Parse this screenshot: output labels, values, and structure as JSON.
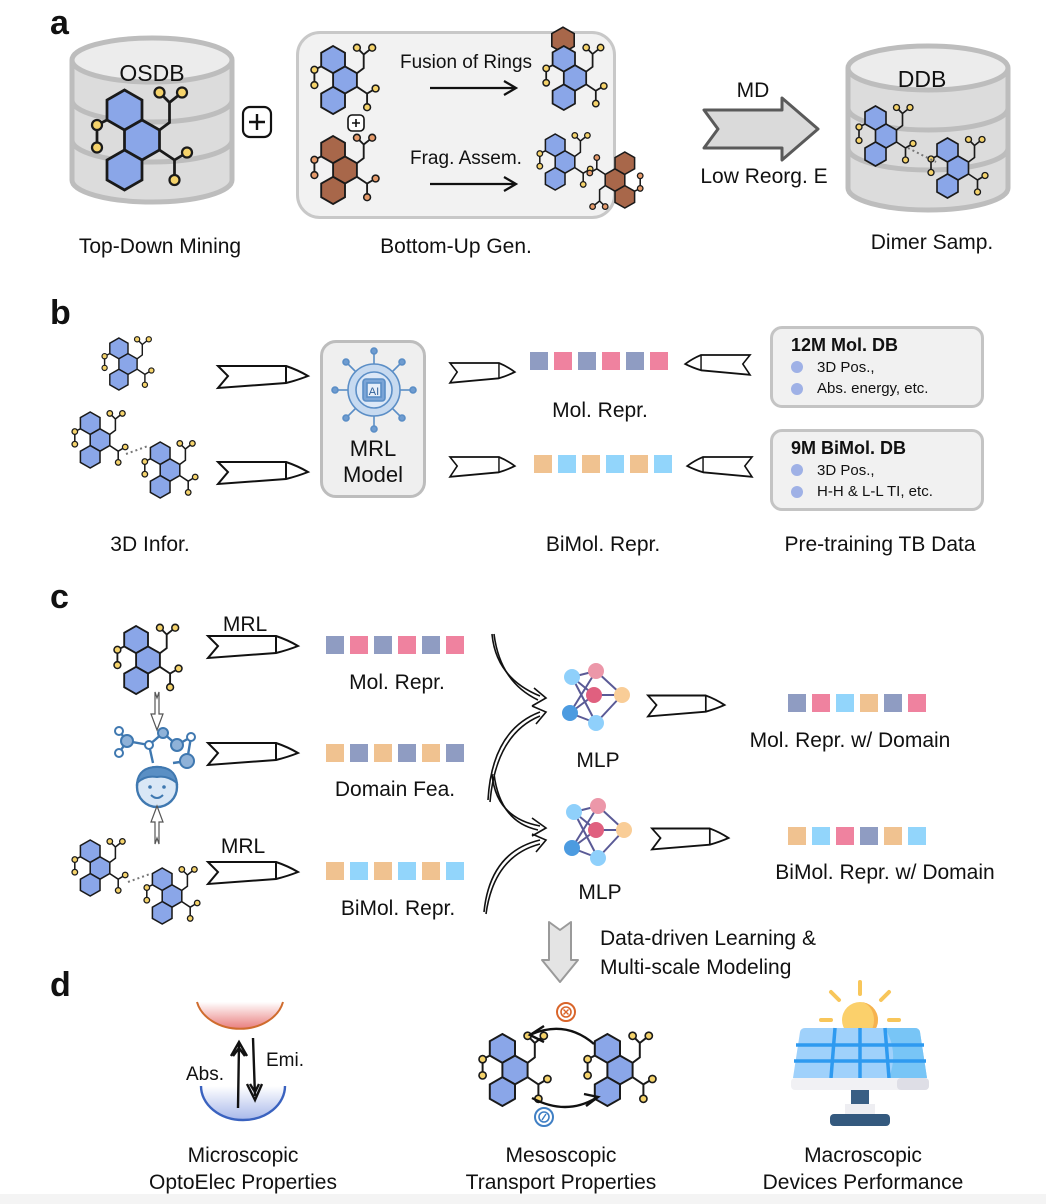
{
  "panels": {
    "a": {
      "letter": "a",
      "osdb_label": "OSDB",
      "ddb_label": "DDB",
      "top_down_caption": "Top-Down Mining",
      "bottom_up_caption": "Bottom-Up Gen.",
      "dimer_caption": "Dimer Samp.",
      "fusion_label": "Fusion of  Rings",
      "frag_label": "Frag. Assem.",
      "md_label": "MD",
      "reorg_label": "Low Reorg. E"
    },
    "b": {
      "letter": "b",
      "mrl_model_line1": "MRL",
      "mrl_model_line2": "Model",
      "mol_repr_caption": "Mol. Repr.",
      "bimol_repr_caption": "BiMol. Repr.",
      "input_caption": "3D Infor.",
      "pretrain_caption": "Pre-training TB Data",
      "db_boxes": [
        {
          "title": "12M Mol. DB",
          "items": [
            "3D Pos.,",
            "Abs. energy, etc."
          ]
        },
        {
          "title": "9M BiMol. DB",
          "items": [
            "3D Pos.,",
            "H-H & L-L TI, etc."
          ]
        }
      ],
      "ai_chip_label": "AI"
    },
    "c": {
      "letter": "c",
      "mrl_label_top": "MRL",
      "mrl_label_bottom": "MRL",
      "mol_repr_caption": "Mol. Repr.",
      "domain_fea_caption": "Domain Fea.",
      "bimol_repr_caption": "BiMol. Repr.",
      "mlp_top": "MLP",
      "mlp_bottom": "MLP",
      "mol_domain_caption": "Mol. Repr. w/ Domain",
      "bimol_domain_caption": "BiMol. Repr. w/ Domain"
    },
    "transition": {
      "line1": "Data-driven Learning &",
      "line2": "Multi-scale Modeling"
    },
    "d": {
      "letter": "d",
      "abs_label": "Abs.",
      "emi_label": "Emi.",
      "micro_line1": "Microscopic",
      "micro_line2": "OptoElec Properties",
      "meso_line1": "Mesoscopic",
      "meso_line2": "Transport Properties",
      "macro_line1": "Macroscopic",
      "macro_line2": "Devices Performance"
    }
  },
  "repr_vectors": {
    "b_mol": [
      "slate",
      "pink",
      "slate",
      "pink",
      "slate",
      "pink"
    ],
    "b_bimol": [
      "peach",
      "sky",
      "peach",
      "sky",
      "peach",
      "sky"
    ],
    "c_mol": [
      "slate",
      "pink",
      "slate",
      "pink",
      "slate",
      "pink"
    ],
    "c_domain": [
      "peach",
      "slate",
      "peach",
      "slate",
      "peach",
      "slate"
    ],
    "c_bimol": [
      "peach",
      "sky",
      "peach",
      "sky",
      "peach",
      "sky"
    ],
    "c_mol_domain": [
      "slate",
      "pink",
      "sky",
      "peach",
      "slate",
      "pink"
    ],
    "c_bimol_domain": [
      "peach",
      "sky",
      "pink",
      "slate",
      "peach",
      "sky"
    ]
  },
  "colors": {
    "slate": "#8f9cc2",
    "pink": "#ef829f",
    "sky": "#92d5fb",
    "peach": "#f0c290",
    "ring_blue": "#8aa6e8",
    "ring_brown": "#a8674a",
    "atom_yellow": "#f5d36b",
    "atom_orange": "#e59a6a",
    "box_gray": "#c8c8c8"
  }
}
